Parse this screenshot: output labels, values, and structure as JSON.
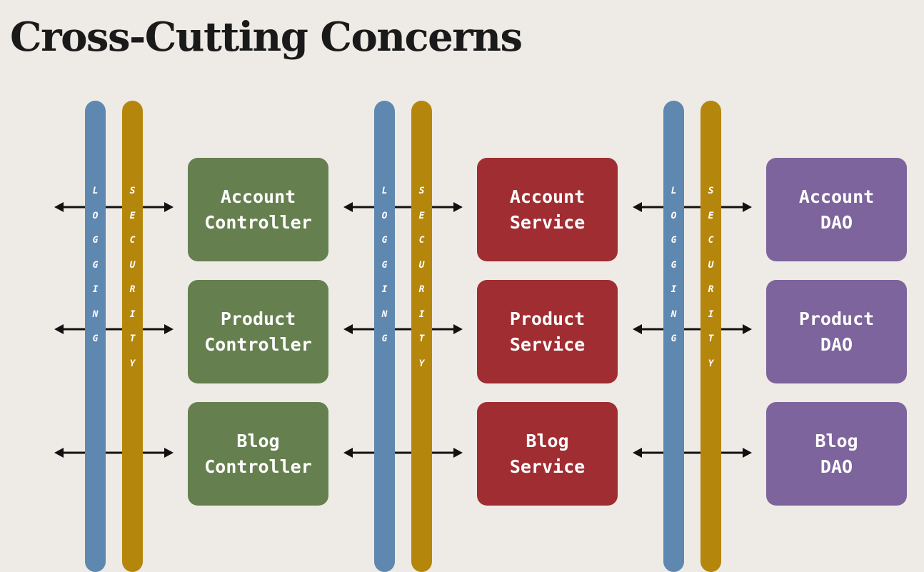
{
  "title": "Cross-Cutting Concerns",
  "colors": {
    "background": "#eeebe6",
    "logging": "#5f88b0",
    "security": "#b5860c",
    "controller": "#667f4f",
    "service": "#a02d31",
    "dao": "#7d649c",
    "arrow": "#111111"
  },
  "concerns": {
    "logging": "LOGGING",
    "security": "SECURITY"
  },
  "layers": [
    {
      "name": "controller",
      "boxes": [
        {
          "line1": "Account",
          "line2": "Controller"
        },
        {
          "line1": "Product",
          "line2": "Controller"
        },
        {
          "line1": "Blog",
          "line2": "Controller"
        }
      ]
    },
    {
      "name": "service",
      "boxes": [
        {
          "line1": "Account",
          "line2": "Service"
        },
        {
          "line1": "Product",
          "line2": "Service"
        },
        {
          "line1": "Blog",
          "line2": "Service"
        }
      ]
    },
    {
      "name": "dao",
      "boxes": [
        {
          "line1": "Account",
          "line2": "DAO"
        },
        {
          "line1": "Product",
          "line2": "DAO"
        },
        {
          "line1": "Blog",
          "line2": "DAO"
        }
      ]
    }
  ]
}
